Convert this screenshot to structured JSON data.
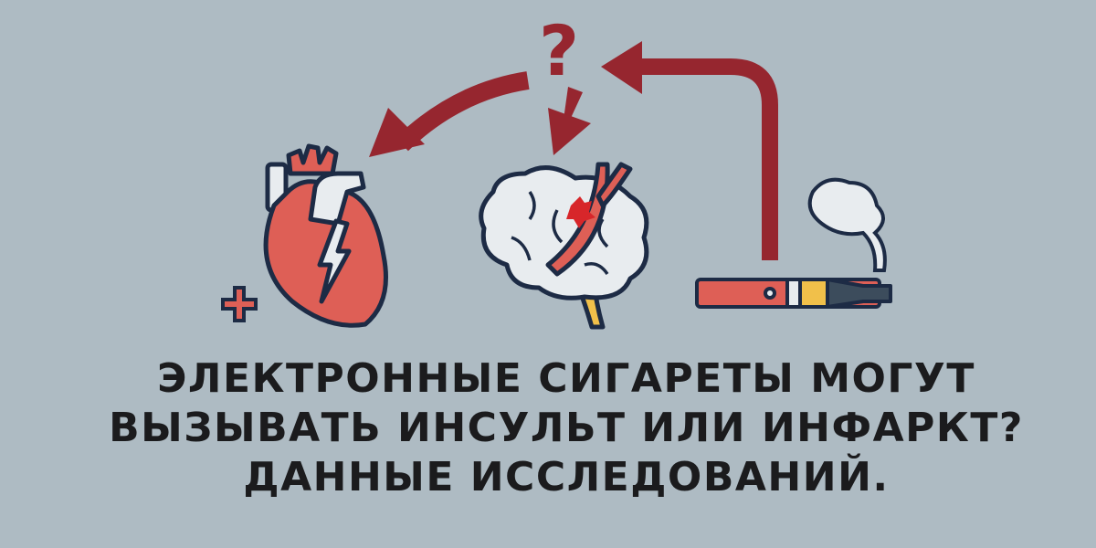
{
  "headline": {
    "lines": [
      "ЭЛЕКТРОННЫЕ СИГАРЕТЫ МОГУТ",
      "ВЫЗЫВАТЬ ИНСУЛЬТ ИЛИ ИНФАРКТ?",
      "ДАННЫЕ ИССЛЕДОВАНИЙ."
    ]
  },
  "illustration": {
    "question_mark": "?",
    "icons": [
      "heart-icon",
      "brain-icon",
      "e-cigarette-icon",
      "smoke-icon",
      "plus-icon",
      "lightning-icon"
    ],
    "colors": {
      "background": "#aebbc3",
      "arrow": "#96262f",
      "organ": "#de5f56",
      "outline": "#1d2b45",
      "white": "#e8ecef",
      "liquid": "#f1c04a"
    }
  }
}
